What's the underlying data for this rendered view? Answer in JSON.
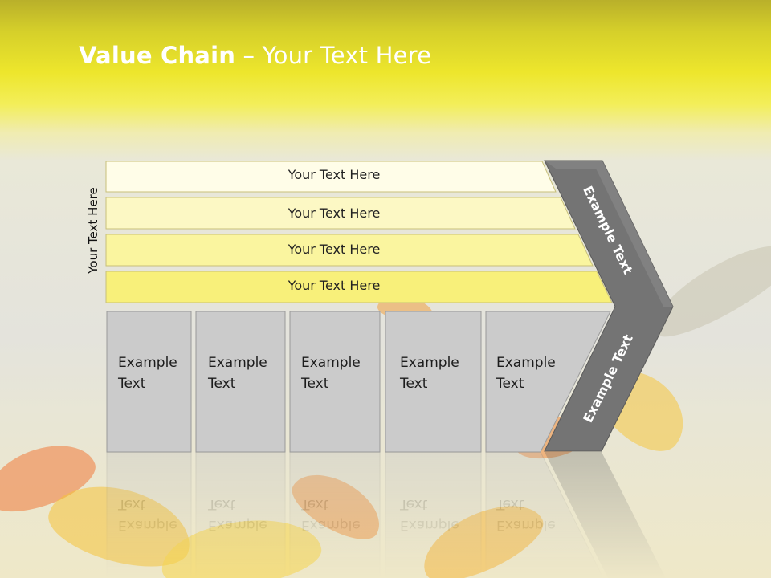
{
  "slide": {
    "title_bold": "Value Chain",
    "title_rest": " – Your Text Here",
    "side_label": "Your Text Here"
  },
  "support_rows": [
    {
      "label": "Your Text Here"
    },
    {
      "label": "Your Text Here"
    },
    {
      "label": "Your Text Here"
    },
    {
      "label": "Your Text Here"
    }
  ],
  "primary_boxes": [
    {
      "label": "Example\nText"
    },
    {
      "label": "Example\nText"
    },
    {
      "label": "Example\nText"
    },
    {
      "label": "Example\nText"
    },
    {
      "label": "Example\nText"
    }
  ],
  "chevron": {
    "upper_label": "Example Text",
    "lower_label": "Example Text"
  },
  "colors": {
    "header_yellow": "#ede62c",
    "row_fill_1": "#fffde8",
    "row_fill_2": "#fcf8c4",
    "row_fill_3": "#faf59f",
    "row_fill_4": "#f8f07a",
    "box_fill": "#cbcbcb",
    "chevron_fill": "#747474"
  }
}
